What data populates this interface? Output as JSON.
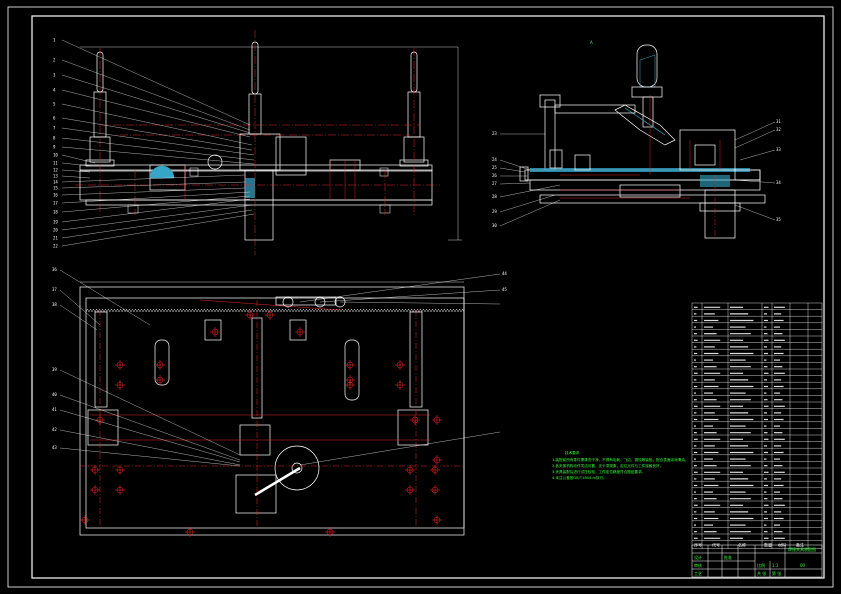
{
  "colors": {
    "background": "#000000",
    "outline": "#ffffff",
    "hidden": "#ff2a2a",
    "center": "#ff2a2a",
    "text_note": "#33ff33",
    "hatch": "#35a6c8",
    "frame": "#ffffff"
  },
  "views": {
    "front": {
      "callouts": [
        "1",
        "2",
        "3",
        "4",
        "5",
        "6",
        "7",
        "8",
        "9",
        "10",
        "11",
        "12",
        "13",
        "14",
        "15",
        "16",
        "17",
        "18",
        "19",
        "20",
        "21",
        "22"
      ]
    },
    "side": {
      "title": "A",
      "callouts": [
        "23",
        "24",
        "25",
        "26",
        "27",
        "28",
        "29",
        "30",
        "31",
        "32",
        "33",
        "34",
        "35"
      ]
    },
    "top": {
      "callouts": [
        "36",
        "37",
        "38",
        "39",
        "40",
        "41",
        "42",
        "43",
        "44",
        "45"
      ]
    }
  },
  "technical_notes": {
    "title": "技术要求",
    "lines": [
      "1.装配前所有零件需清洗干净，不得有毛刺、飞边、锈蚀等缺陷，配合表面涂润滑油。",
      "2.各夹紧机构动作灵活可靠，无卡滞现象，定位元件与工件接触良好。",
      "3.夹具装配后进行试压检验，工件定位精度符合图纸要求。",
      "4.未注公差按GB/T1804-m执行。"
    ]
  },
  "parts_table": {
    "rows": 36,
    "header": [
      "序号",
      "代号",
      "名称",
      "数量",
      "材料",
      "备注"
    ]
  },
  "title_block": {
    "drawing_title": "焊接夹具装配图",
    "drawing_no": "00",
    "cells": [
      "设计",
      "审核",
      "工艺",
      "批准",
      "比例",
      "1:1",
      "共 张",
      "第 张"
    ]
  }
}
